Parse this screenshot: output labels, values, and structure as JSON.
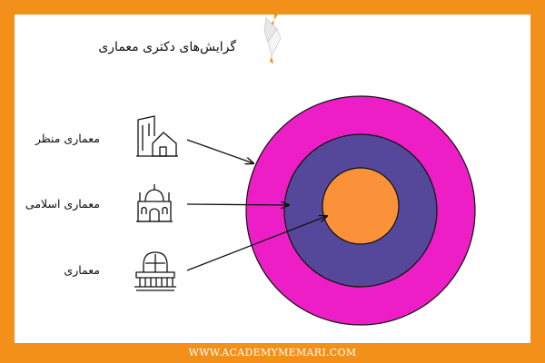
{
  "title": "گرایش‌های دکتری معماری",
  "labels": [
    {
      "text": "معماری منظر",
      "icon": "building-house-icon"
    },
    {
      "text": "معماری اسلامی",
      "icon": "mosque-icon"
    },
    {
      "text": "معماری",
      "icon": "classic-building-icon"
    }
  ],
  "rings": {
    "outer_color": "#ee1ec7",
    "middle_color": "#55489a",
    "inner_color": "#fb923a"
  },
  "frame_color": "#f39019",
  "footer": "WWW.ACADEMYMEMARI.COM",
  "logo_icon": "academy-logo-icon"
}
